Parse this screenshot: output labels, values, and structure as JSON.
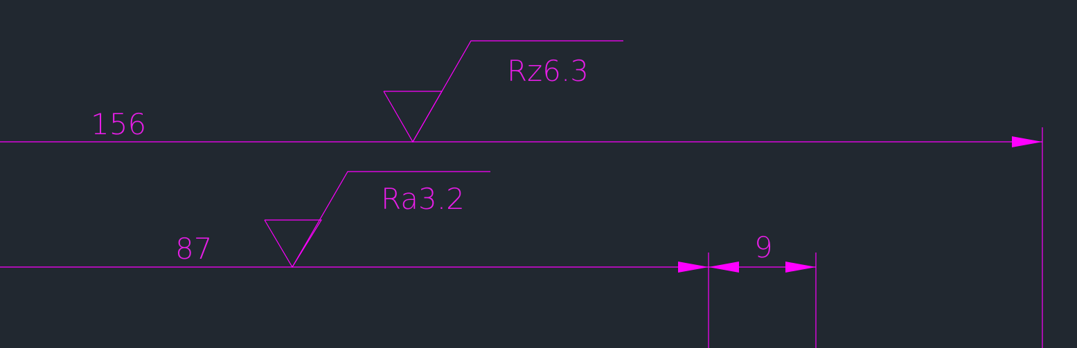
{
  "drawing": {
    "colors": {
      "background": "#212830",
      "geometry": "#ff00ff",
      "text": "#e61ee6"
    },
    "dimensions": {
      "overall_length": "156",
      "inner_length": "87",
      "small_gap": "9"
    },
    "surface_finish": {
      "upper_symbol": "Rz6.3",
      "lower_symbol": "Ra3.2"
    }
  }
}
